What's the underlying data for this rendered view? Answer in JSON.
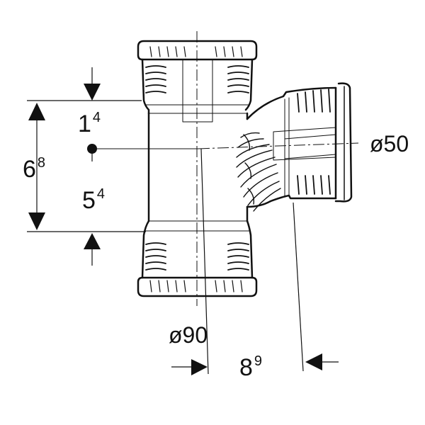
{
  "diagram": {
    "branch_diameter": "ø50",
    "main_diameter": "ø90",
    "dim_upper": {
      "base": "1",
      "sup": "4"
    },
    "dim_total": {
      "base": "6",
      "sup": "8"
    },
    "dim_lower": {
      "base": "5",
      "sup": "4"
    },
    "dim_offset": {
      "base": "8",
      "sup": "9"
    }
  }
}
